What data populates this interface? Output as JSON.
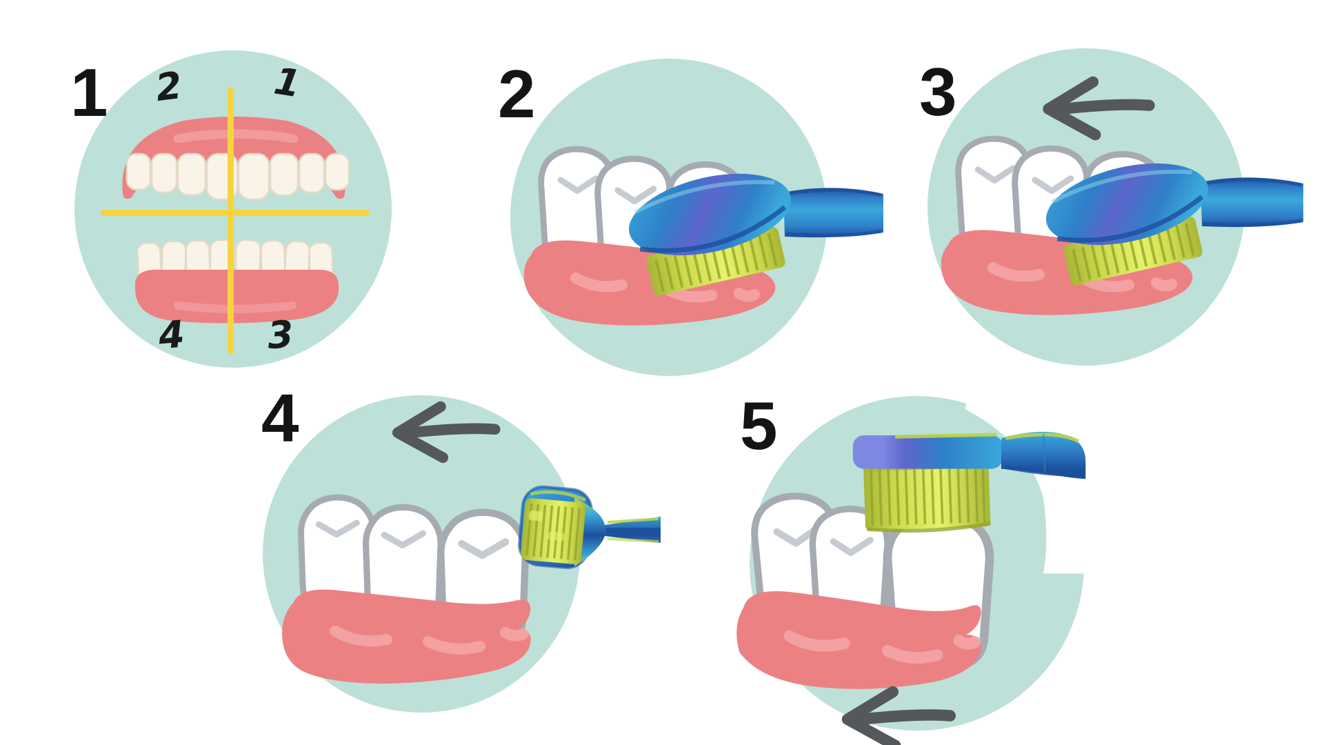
{
  "figure_name": "tooth-brushing-instructions",
  "steps": [
    {
      "number": "1",
      "quadrants": {
        "upper_left": "2",
        "upper_right": "1",
        "lower_left": "4",
        "lower_right": "3"
      }
    },
    {
      "number": "2"
    },
    {
      "number": "3"
    },
    {
      "number": "4"
    },
    {
      "number": "5"
    }
  ],
  "colors": {
    "page_bg": "#ffffff",
    "circle_bg": "#bde1d8",
    "gum": "#ec8184",
    "gum_highlight": "#f5a9ab",
    "tooth_fill": "#ffffff",
    "tooth_cream": "#faf4e8",
    "tooth_outline": "#a6abb2",
    "tooth_cream_outline": "#e3dac8",
    "tooth_mark": "#c6cbd1",
    "brush_cyan": "#3aa8da",
    "brush_blue": "#2f7fc8",
    "brush_navy": "#1c4f9e",
    "brush_purple": "#5c66cc",
    "brush_lavender": "#7e88e2",
    "brush_green_streak": "#bcd44e",
    "brush_highlight": "#8fd8ec",
    "bristle_light": "#e6f26a",
    "bristle_mid": "#cdda4e",
    "bristle_dark": "#a8b636",
    "bristle_rib": "#96a52c",
    "arrow": "#54585b",
    "divider_yellow": "#f6d440",
    "number": "#141414"
  }
}
